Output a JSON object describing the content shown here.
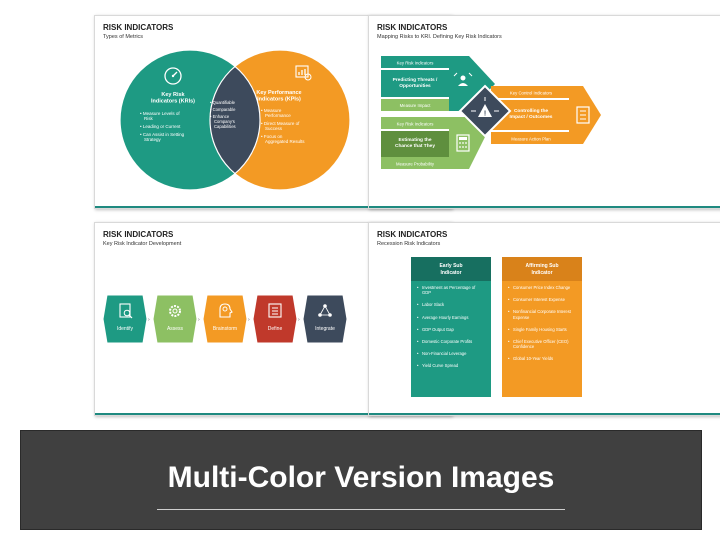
{
  "slides": [
    {
      "title": "RISK INDICATORS",
      "subtitle": "Types of Metrics",
      "kri": {
        "title_lines": [
          "Key Risk",
          "Indicators (KRIs)"
        ],
        "bullets": [
          "Measure Levels of",
          "Risk",
          "Leading or Current",
          "Can Assist in Setting",
          "Strategy"
        ]
      },
      "kpi": {
        "title_lines": [
          "Key Performance",
          "Indicators (KPIs)"
        ],
        "bullets": [
          "Measure",
          "Performance",
          "Direct Measure of",
          "Success",
          "Focus on",
          "Aggregated Results"
        ]
      },
      "overlap": [
        "Quantifiable",
        "Comparable",
        "Enhance",
        "Company's",
        "Capabilities"
      ],
      "colors": {
        "kri": "#1e9a83",
        "kpi": "#f39a24",
        "overlap": "#3d4a5c"
      }
    },
    {
      "title": "RISK INDICATORS",
      "subtitle": "Mapping Risks to KRI. Defining Key Risk Indicators",
      "top_block": {
        "label": "Key Risk Indicators",
        "main_lines": [
          "Predicting Threats /",
          "Opportunities"
        ],
        "footer": "Measure Impact"
      },
      "bottom_block": {
        "label": "Key Risk Indicators",
        "main_lines": [
          "Estimating the",
          "Chance that They"
        ],
        "footer": "Measure Probability"
      },
      "right_block": {
        "label": "Key Control Indicators",
        "main_lines": [
          "Controlling the",
          "Impact / Outcomes"
        ],
        "footer": "Measure Action Plan"
      },
      "colors": {
        "green": "#1e9a83",
        "lime": "#8dc063",
        "orange": "#f39a24",
        "dark": "#3d4a5c"
      }
    },
    {
      "title": "RISK INDICATORS",
      "subtitle": "Key Risk Indicator Development",
      "steps": [
        {
          "label": "Identify",
          "color": "#1e9a83",
          "icon": "document-search-icon"
        },
        {
          "label": "Assess",
          "color": "#8dc063",
          "icon": "gear-icon"
        },
        {
          "label": "Brainstorm",
          "color": "#f39a24",
          "icon": "brain-head-icon"
        },
        {
          "label": "Define",
          "color": "#c0392b",
          "icon": "list-book-icon"
        },
        {
          "label": "Integrate",
          "color": "#3d4a5c",
          "icon": "network-icon"
        }
      ]
    },
    {
      "title": "RISK INDICATORS",
      "subtitle": "Recession Risk Indicators",
      "early": {
        "title_lines": [
          "Early Sub",
          "Indicator"
        ],
        "items": [
          "Investment as Percentage of GDP",
          "Labor Slack",
          "Average Hourly Earnings",
          "GDP Output Gap",
          "Domestic Corporate Profits",
          "Non-Financial Leverage",
          "Yield Curve Spread"
        ]
      },
      "affirming": {
        "title_lines": [
          "Affirming Sub",
          "Indicator"
        ],
        "items": [
          "Consumer Price Index Change",
          "Consumer Interest Expense",
          "Nonfinancial Corporate Interest Expense",
          "Single Family Housing Starts",
          "Chief Executive Officer (CEO) Confidence",
          "Global 10-Year Yields"
        ]
      },
      "colors": {
        "early": "#1e9a83",
        "affirming": "#f39a24"
      }
    }
  ],
  "banner": {
    "text": "Multi-Color Version Images"
  }
}
